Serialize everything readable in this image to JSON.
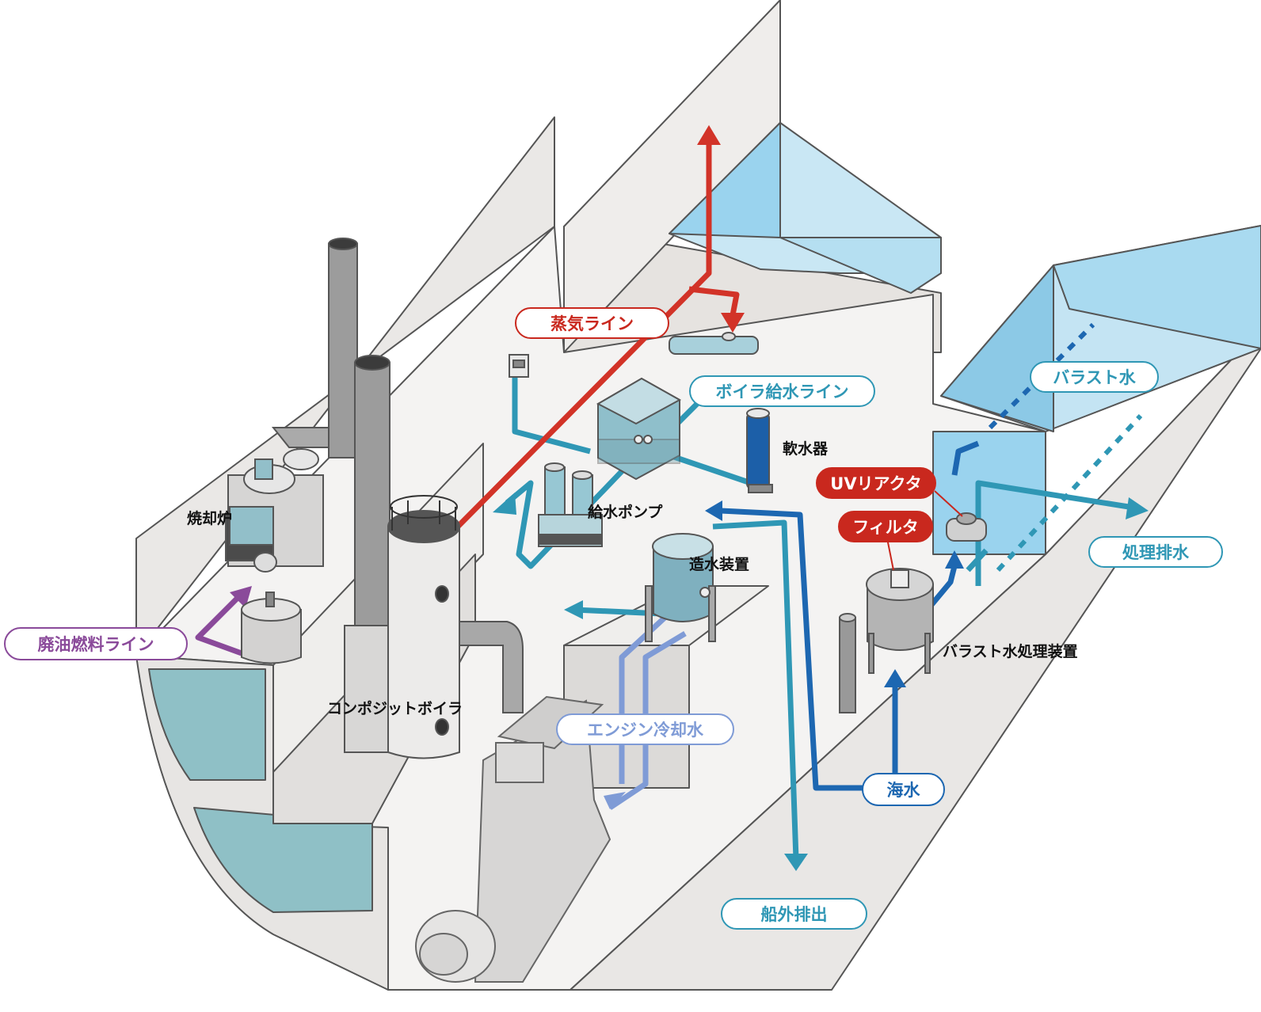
{
  "labels": {
    "steam_line": "蒸気ライン",
    "boiler_feed_line": "ボイラ給水ライン",
    "softener": "軟水器",
    "feed_pump": "給水ポンプ",
    "freshwater_generator": "造水装置",
    "incinerator": "焼却炉",
    "waste_oil_line": "廃油燃料ライン",
    "composite_boiler": "コンポジットボイラ",
    "engine_cooling_water": "エンジン冷却水",
    "seawater": "海水",
    "overboard_discharge": "船外排出",
    "ballast_water": "バラスト水",
    "uv_reactor": "UVリアクタ",
    "filter": "フィルタ",
    "treated_discharge": "処理排水",
    "ballast_treatment_system": "バラスト水処理装置"
  },
  "colors": {
    "steam": "#d23328",
    "feed": "#2f97b5",
    "waste_oil": "#8a4a9a",
    "seawater": "#1d67b1",
    "cooling": "#7f9bd6",
    "tank_water": "#9ad3ee",
    "bilge_tank": "#8fc0c6"
  }
}
